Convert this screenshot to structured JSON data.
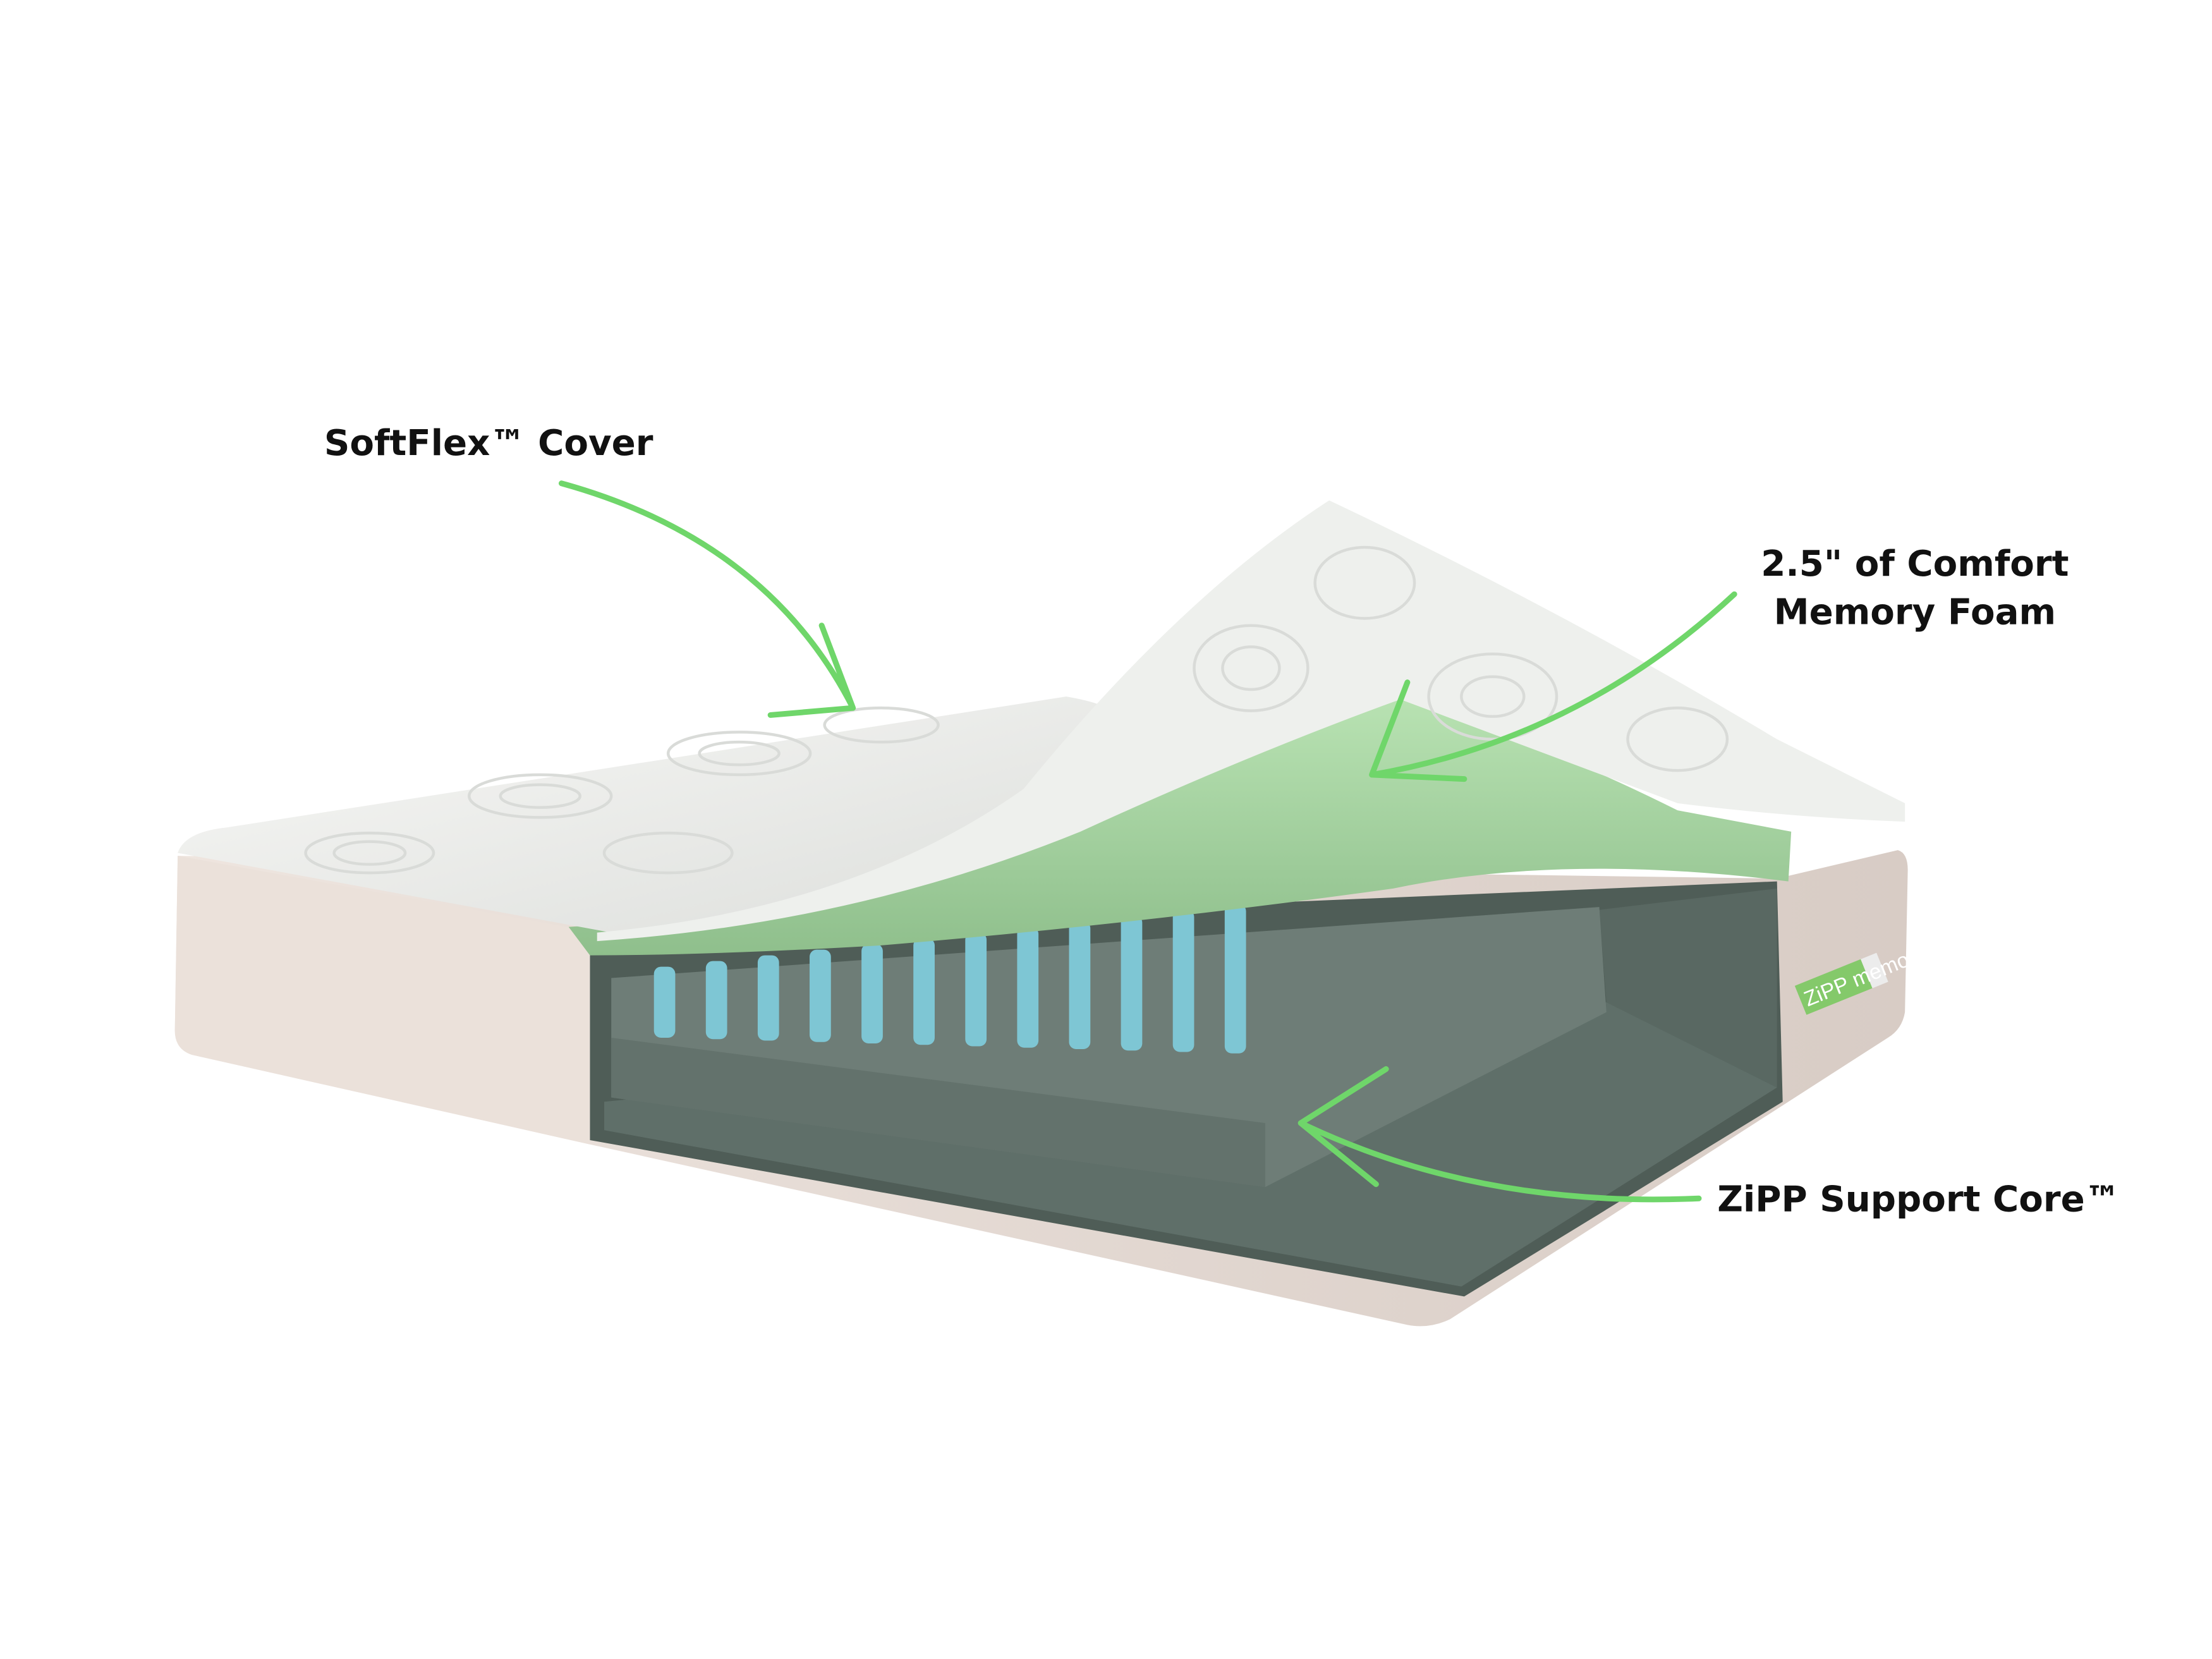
{
  "labels": {
    "cover": "SoftFlex™ Cover",
    "foam_line1": "2.5\" of Comfort",
    "foam_line2": "Memory Foam",
    "core": "ZiPP Support Core™"
  },
  "logo": {
    "text": "ZiPP memory"
  },
  "colors": {
    "arrow": "#6fd66a",
    "cover": "#f2f2f0",
    "foam": "#a9d8a6",
    "shell": "#e8ddd5",
    "core": "#6b7a74",
    "ribs": "#7ec6d4",
    "logo_green": "#84c96a"
  }
}
